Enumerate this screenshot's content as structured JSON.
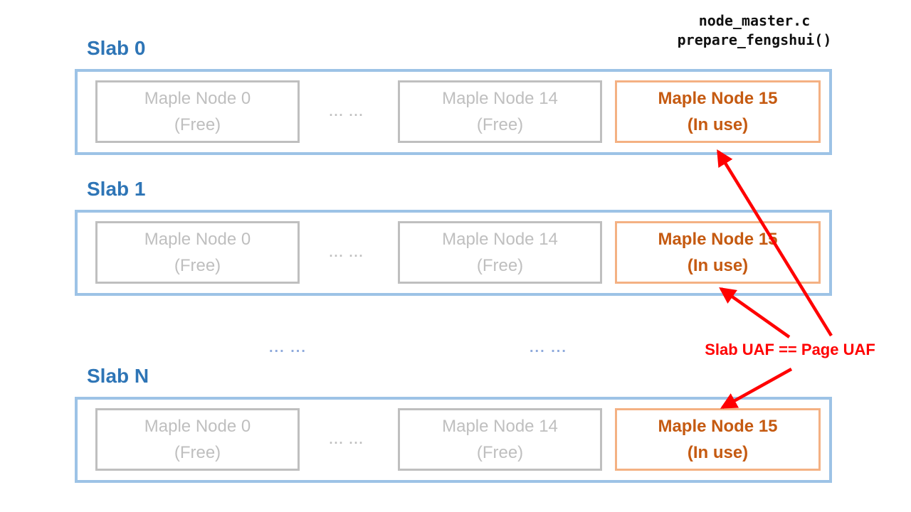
{
  "code_label": {
    "line1": "node_master.c",
    "line2": "prepare_fengshui()"
  },
  "slabs": [
    {
      "label": "Slab 0",
      "ellipsis": "... ...",
      "nodes": [
        {
          "title": "Maple Node 0",
          "status": "(Free)",
          "state": "free"
        },
        {
          "title": "Maple Node 14",
          "status": "(Free)",
          "state": "free"
        },
        {
          "title": "Maple Node 15",
          "status": "(In use)",
          "state": "in-use"
        }
      ]
    },
    {
      "label": "Slab 1",
      "ellipsis": "... ...",
      "nodes": [
        {
          "title": "Maple Node 0",
          "status": "(Free)",
          "state": "free"
        },
        {
          "title": "Maple Node 14",
          "status": "(Free)",
          "state": "free"
        },
        {
          "title": "Maple Node 15",
          "status": "(In use)",
          "state": "in-use"
        }
      ]
    },
    {
      "label": "Slab N",
      "ellipsis": "... ...",
      "nodes": [
        {
          "title": "Maple Node 0",
          "status": "(Free)",
          "state": "free"
        },
        {
          "title": "Maple Node 14",
          "status": "(Free)",
          "state": "free"
        },
        {
          "title": "Maple Node 15",
          "status": "(In use)",
          "state": "in-use"
        }
      ]
    }
  ],
  "mid_ellipsis": {
    "left": "... ...",
    "right": "... ..."
  },
  "annotation": {
    "label": "Slab UAF == Page UAF"
  },
  "colors": {
    "slab_label_blue": "#2E75B6",
    "container_border_blue": "#9DC3E6",
    "free_gray": "#BFBFBF",
    "inuse_border_orange": "#F4B183",
    "inuse_text_orange": "#C55A11",
    "annotation_red": "#FF0000",
    "mid_dots_blue": "#8FAADC"
  }
}
